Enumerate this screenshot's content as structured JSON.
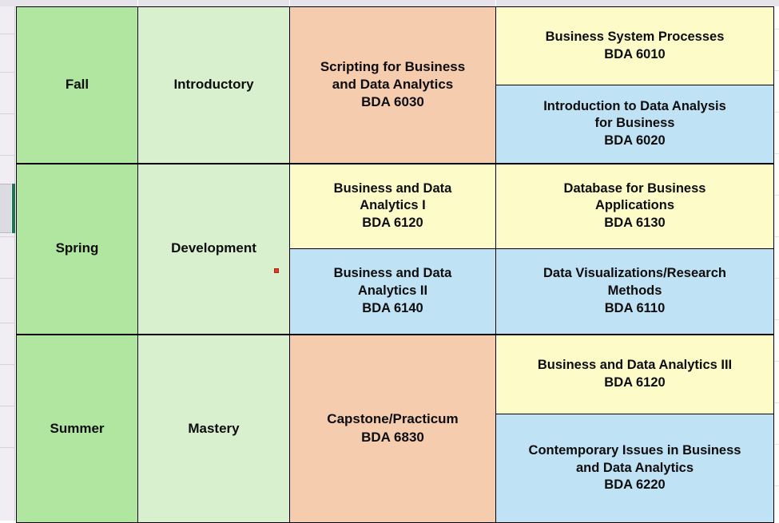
{
  "document": {
    "type": "spreadsheet-course-plan",
    "title": "BDA Program Course Sequence"
  },
  "colors": {
    "season": "#b0e6a0",
    "stage": "#d9f0cf",
    "core_course": "#f6ccaf",
    "course_yellow": "#fdfbc8",
    "course_blue": "#bfe2f4",
    "grid_line": "#000000",
    "gutter": "#f0eef2",
    "selection_marker": "#16784c",
    "comment_marker": "#e03a2f"
  },
  "table": {
    "columns": [
      "season",
      "stage",
      "core_course",
      "elective_courses"
    ],
    "rows": [
      {
        "season": "Fall",
        "stage": "Introductory",
        "core_course": {
          "lines": [
            "Scripting for Business",
            "and Data Analytics",
            "BDA 6030"
          ],
          "title": "Scripting for Business and Data Analytics",
          "code": "BDA 6030",
          "color": "core_course"
        },
        "courses": [
          {
            "lines": [
              "Business System Processes",
              "BDA 6010"
            ],
            "title": "Business System Processes",
            "code": "BDA 6010",
            "color": "course_yellow"
          },
          {
            "lines": [
              "Introduction to Data Analysis",
              "for Business",
              "BDA 6020"
            ],
            "title": "Introduction to Data Analysis for Business",
            "code": "BDA 6020",
            "color": "course_blue"
          }
        ]
      },
      {
        "season": "Spring",
        "stage": "Development",
        "core_course": null,
        "left_courses": [
          {
            "lines": [
              "Business and Data",
              "Analytics I",
              "BDA 6120"
            ],
            "title": "Business and Data Analytics I",
            "code": "BDA 6120",
            "color": "course_yellow"
          },
          {
            "lines": [
              "Business and Data",
              "Analytics II",
              "BDA 6140"
            ],
            "title": "Business and Data Analytics II",
            "code": "BDA 6140",
            "color": "course_blue"
          }
        ],
        "courses": [
          {
            "lines": [
              "Database for Business",
              "Applications",
              "BDA 6130"
            ],
            "title": "Database for Business Applications",
            "code": "BDA 6130",
            "color": "course_yellow"
          },
          {
            "lines": [
              "Data Visualizations/Research",
              "Methods",
              "BDA 6110"
            ],
            "title": "Data Visualizations/Research Methods",
            "code": "BDA 6110",
            "color": "course_blue"
          }
        ]
      },
      {
        "season": "Summer",
        "stage": "Mastery",
        "core_course": {
          "lines": [
            "Capstone/Practicum",
            "BDA 6830"
          ],
          "title": "Capstone/Practicum",
          "code": "BDA 6830",
          "color": "core_course"
        },
        "courses": [
          {
            "lines": [
              "Business and Data Analytics III",
              "BDA 6120"
            ],
            "title": "Business and Data Analytics III",
            "code": "BDA 6120",
            "color": "course_yellow"
          },
          {
            "lines": [
              "Contemporary Issues in Business",
              "and Data Analytics",
              "BDA 6220"
            ],
            "title": "Contemporary Issues in Business and Data Analytics",
            "code": "BDA 6220",
            "color": "course_blue"
          }
        ]
      }
    ]
  },
  "annotations": {
    "comment_marker_present": true
  }
}
